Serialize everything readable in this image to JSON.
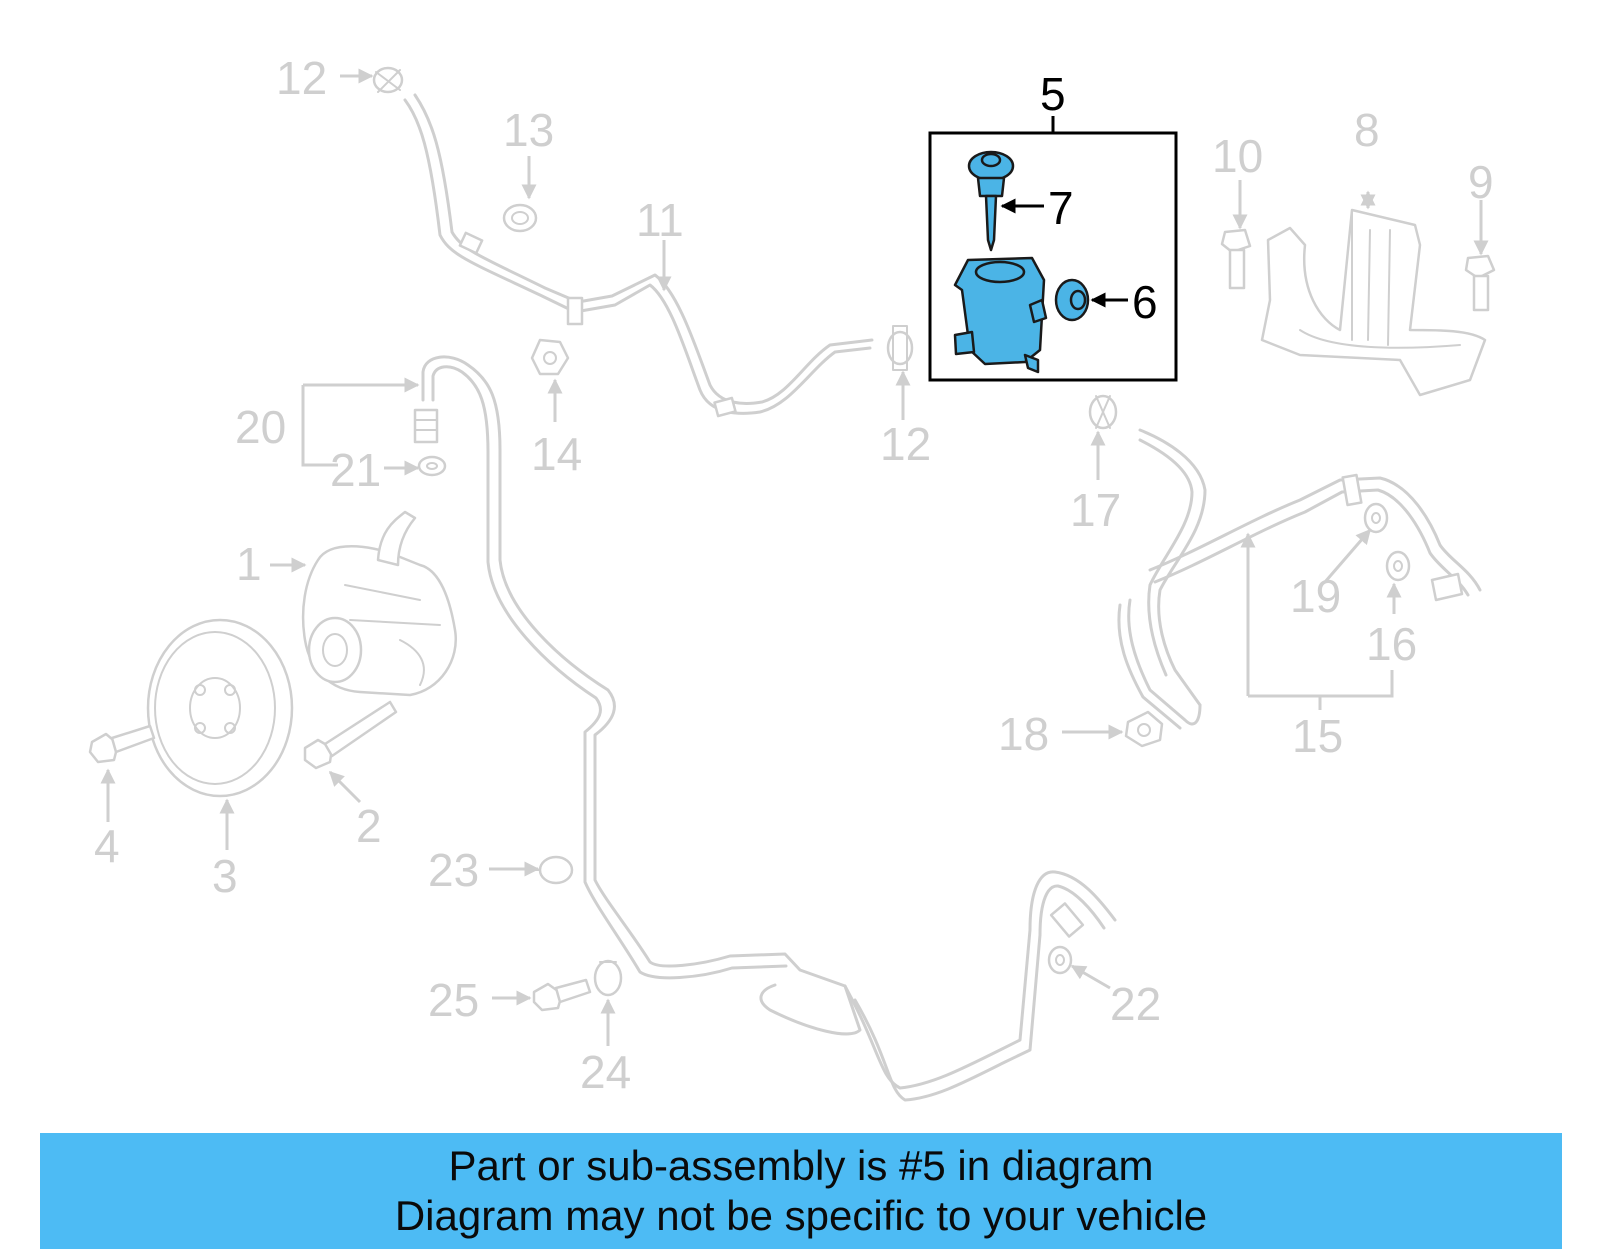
{
  "banner": {
    "line1": "Part or sub-assembly is #5 in diagram",
    "line2": "Diagram may not be specific to your vehicle"
  },
  "highlight_color": "#4bb4e6",
  "banner_color": "#4dbbf4",
  "highlighted_part": "5",
  "callouts": {
    "n1": "1",
    "n2": "2",
    "n3": "3",
    "n4": "4",
    "n5": "5",
    "n6": "6",
    "n7": "7",
    "n8": "8",
    "n9": "9",
    "n10": "10",
    "n11": "11",
    "n12a": "12",
    "n12b": "12",
    "n13": "13",
    "n14": "14",
    "n15": "15",
    "n16": "16",
    "n17": "17",
    "n18": "18",
    "n19": "19",
    "n20": "20",
    "n21": "21",
    "n22": "22",
    "n23": "23",
    "n24": "24",
    "n25": "25"
  }
}
